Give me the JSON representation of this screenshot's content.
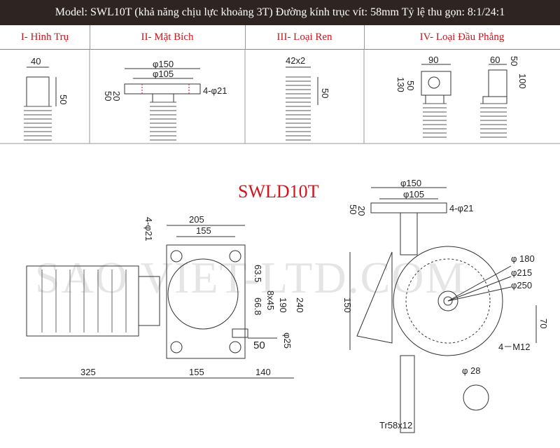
{
  "header": {
    "title": "Model: SWL10T (khả năng chịu lực khoảng 3T) Đường kính trục vít: 58mm Tỷ lệ thu gọn: 8:1/24:1"
  },
  "tabs": [
    {
      "label": "I- Hình Trụ"
    },
    {
      "label": "II- Mặt Bích"
    },
    {
      "label": "III- Loại Ren"
    },
    {
      "label": "IV- Loại Đầu Phẳng"
    }
  ],
  "types": {
    "cylinder": {
      "w": "40",
      "h": "50"
    },
    "flange": {
      "d1": "φ150",
      "d2": "φ105",
      "h1": "50",
      "h2": "20",
      "holes": "4-φ21"
    },
    "thread": {
      "w": "42x2",
      "h": "50"
    },
    "flat": {
      "w1": "90",
      "h1": "130",
      "h2": "50",
      "w2": "60",
      "h3": "50",
      "h4": "100"
    }
  },
  "main": {
    "model": "SWLD10T",
    "watermark": "SAO VIET-LTD.COM",
    "front": {
      "holes": "4-φ21",
      "w1": "205",
      "w2": "155",
      "d1": "63.5",
      "d2": "66.8",
      "key": "8x45",
      "h1": "190",
      "h2": "240",
      "shaft": "φ25",
      "k": "50",
      "l1": "325",
      "l2": "155",
      "l3": "140"
    },
    "side": {
      "d1": "φ150",
      "d2": "φ105",
      "h1": "50",
      "h2": "20",
      "holes": "4-φ21",
      "h": "150",
      "c1": "φ 180",
      "c2": "φ215",
      "c3": "φ250",
      "v": "70",
      "bolts": "4－M12",
      "dia": "φ 28",
      "thread": "Tr58x12"
    }
  }
}
